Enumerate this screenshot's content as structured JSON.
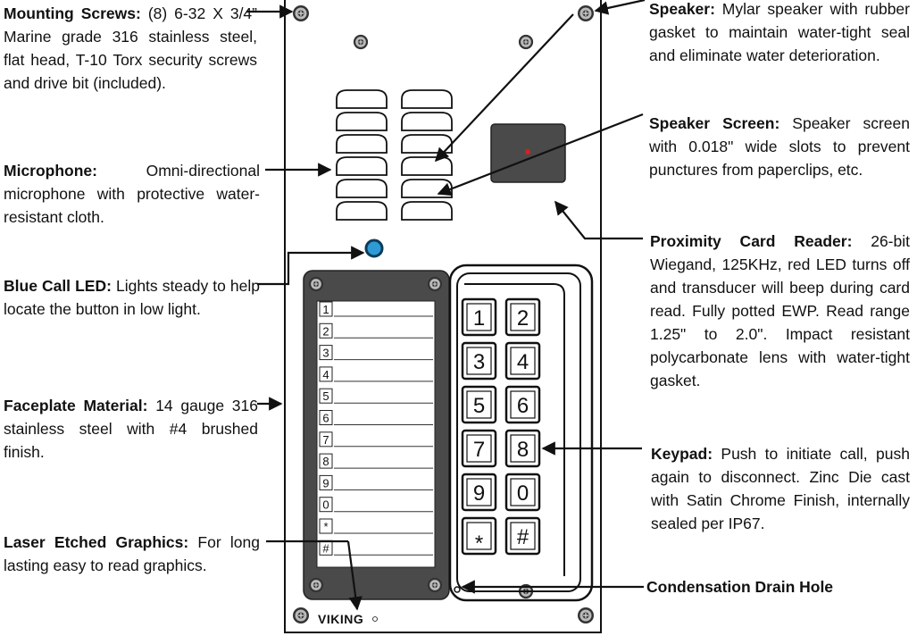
{
  "callouts": {
    "mounting_screws": {
      "title": "Mounting Screws:",
      "body": "(8) 6-32 X 3/4” Marine grade 316 stainless steel, flat head, T-10 Torx security screws and drive bit (included)."
    },
    "microphone": {
      "title": "Microphone:",
      "body": "Omni-directional microphone with protective water-resistant cloth."
    },
    "blue_call_led": {
      "title": "Blue Call LED:",
      "body": "Lights steady to help locate the button in low light."
    },
    "faceplate_material": {
      "title": "Faceplate Material:",
      "body": "14 gauge 316 stainless steel with #4 brushed finish."
    },
    "laser_etched_graphics": {
      "title": "Laser Etched Graphics:",
      "body": "For long lasting easy to read graphics."
    },
    "speaker": {
      "title": "Speaker:",
      "body": "Mylar speaker with rubber gasket to maintain water-tight seal and eliminate water deterioration."
    },
    "speaker_screen": {
      "title": "Speaker Screen:",
      "body": "Speaker screen with 0.018\" wide slots to prevent punctures from paperclips, etc."
    },
    "proximity_card_reader": {
      "title": "Proximity Card Reader:",
      "body": "26-bit Wiegand, 125KHz, red LED turns off and transducer will beep during card read. Fully potted EWP. Read range 1.25\" to 2.0\". Impact resistant polycarbonate lens with water-tight gasket."
    },
    "keypad": {
      "title": "Keypad:",
      "body": "Push to initiate call, push again to disconnect. Zinc Die cast with Satin Chrome Finish, internally sealed per IP67."
    },
    "condensation_drain_hole": {
      "title": "Condensation Drain Hole",
      "body": ""
    }
  },
  "directory_labels": [
    "1",
    "2",
    "3",
    "4",
    "5",
    "6",
    "7",
    "8",
    "9",
    "0",
    "*",
    "#"
  ],
  "keypad_keys": [
    "1",
    "2",
    "3",
    "4",
    "5",
    "6",
    "7",
    "8",
    "9",
    "0",
    "*",
    "#"
  ],
  "brand": {
    "logo_text": "VIKING"
  },
  "colors": {
    "led_blue": "#2e9bd6",
    "panel": "#ffffff",
    "dark_gray": "#4a4a4a",
    "reader_led": "#d62020"
  }
}
